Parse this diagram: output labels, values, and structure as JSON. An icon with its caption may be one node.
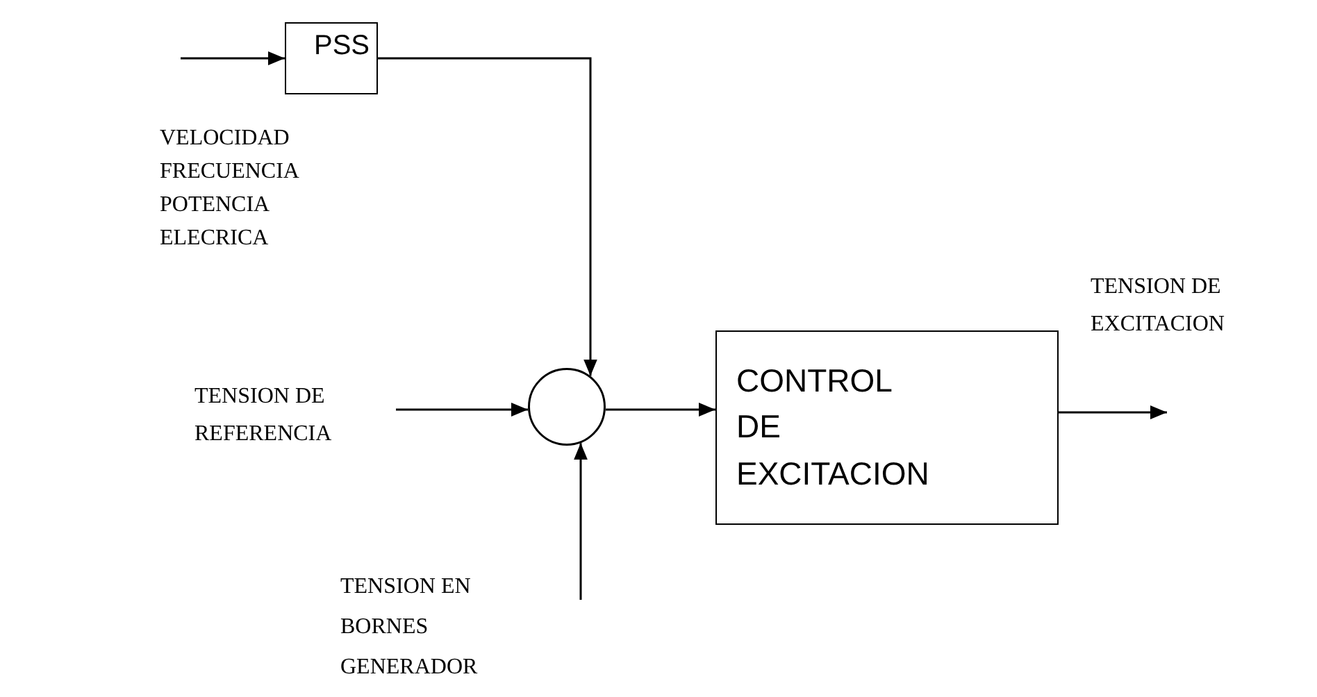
{
  "diagram": {
    "nodes": [
      {
        "text": [
          "PSS"
        ]
      },
      {
        "text": [],
        "shape": "circle"
      },
      {
        "text": [
          "CONTROL DE EXCITACION"
        ]
      }
    ],
    "edges": [
      {
        "from": null,
        "to": 0,
        "arrow": "to"
      },
      {
        "from": 0,
        "to": 1,
        "arrow": "to"
      },
      {
        "from": null,
        "to": 1,
        "arrow": "to"
      },
      {
        "from": null,
        "to": 1,
        "arrow": "to"
      },
      {
        "from": 1,
        "to": 2,
        "arrow": "to"
      },
      {
        "from": 2,
        "to": null,
        "arrow": "to"
      }
    ],
    "labels": [
      "VELOCIDAD FRECUENCIA POTENCIA ELECRICA",
      "TENSION DE REFERENCIA",
      "TENSION EN BORNES GENERADOR",
      "TENSION DE EXCITACION"
    ]
  }
}
